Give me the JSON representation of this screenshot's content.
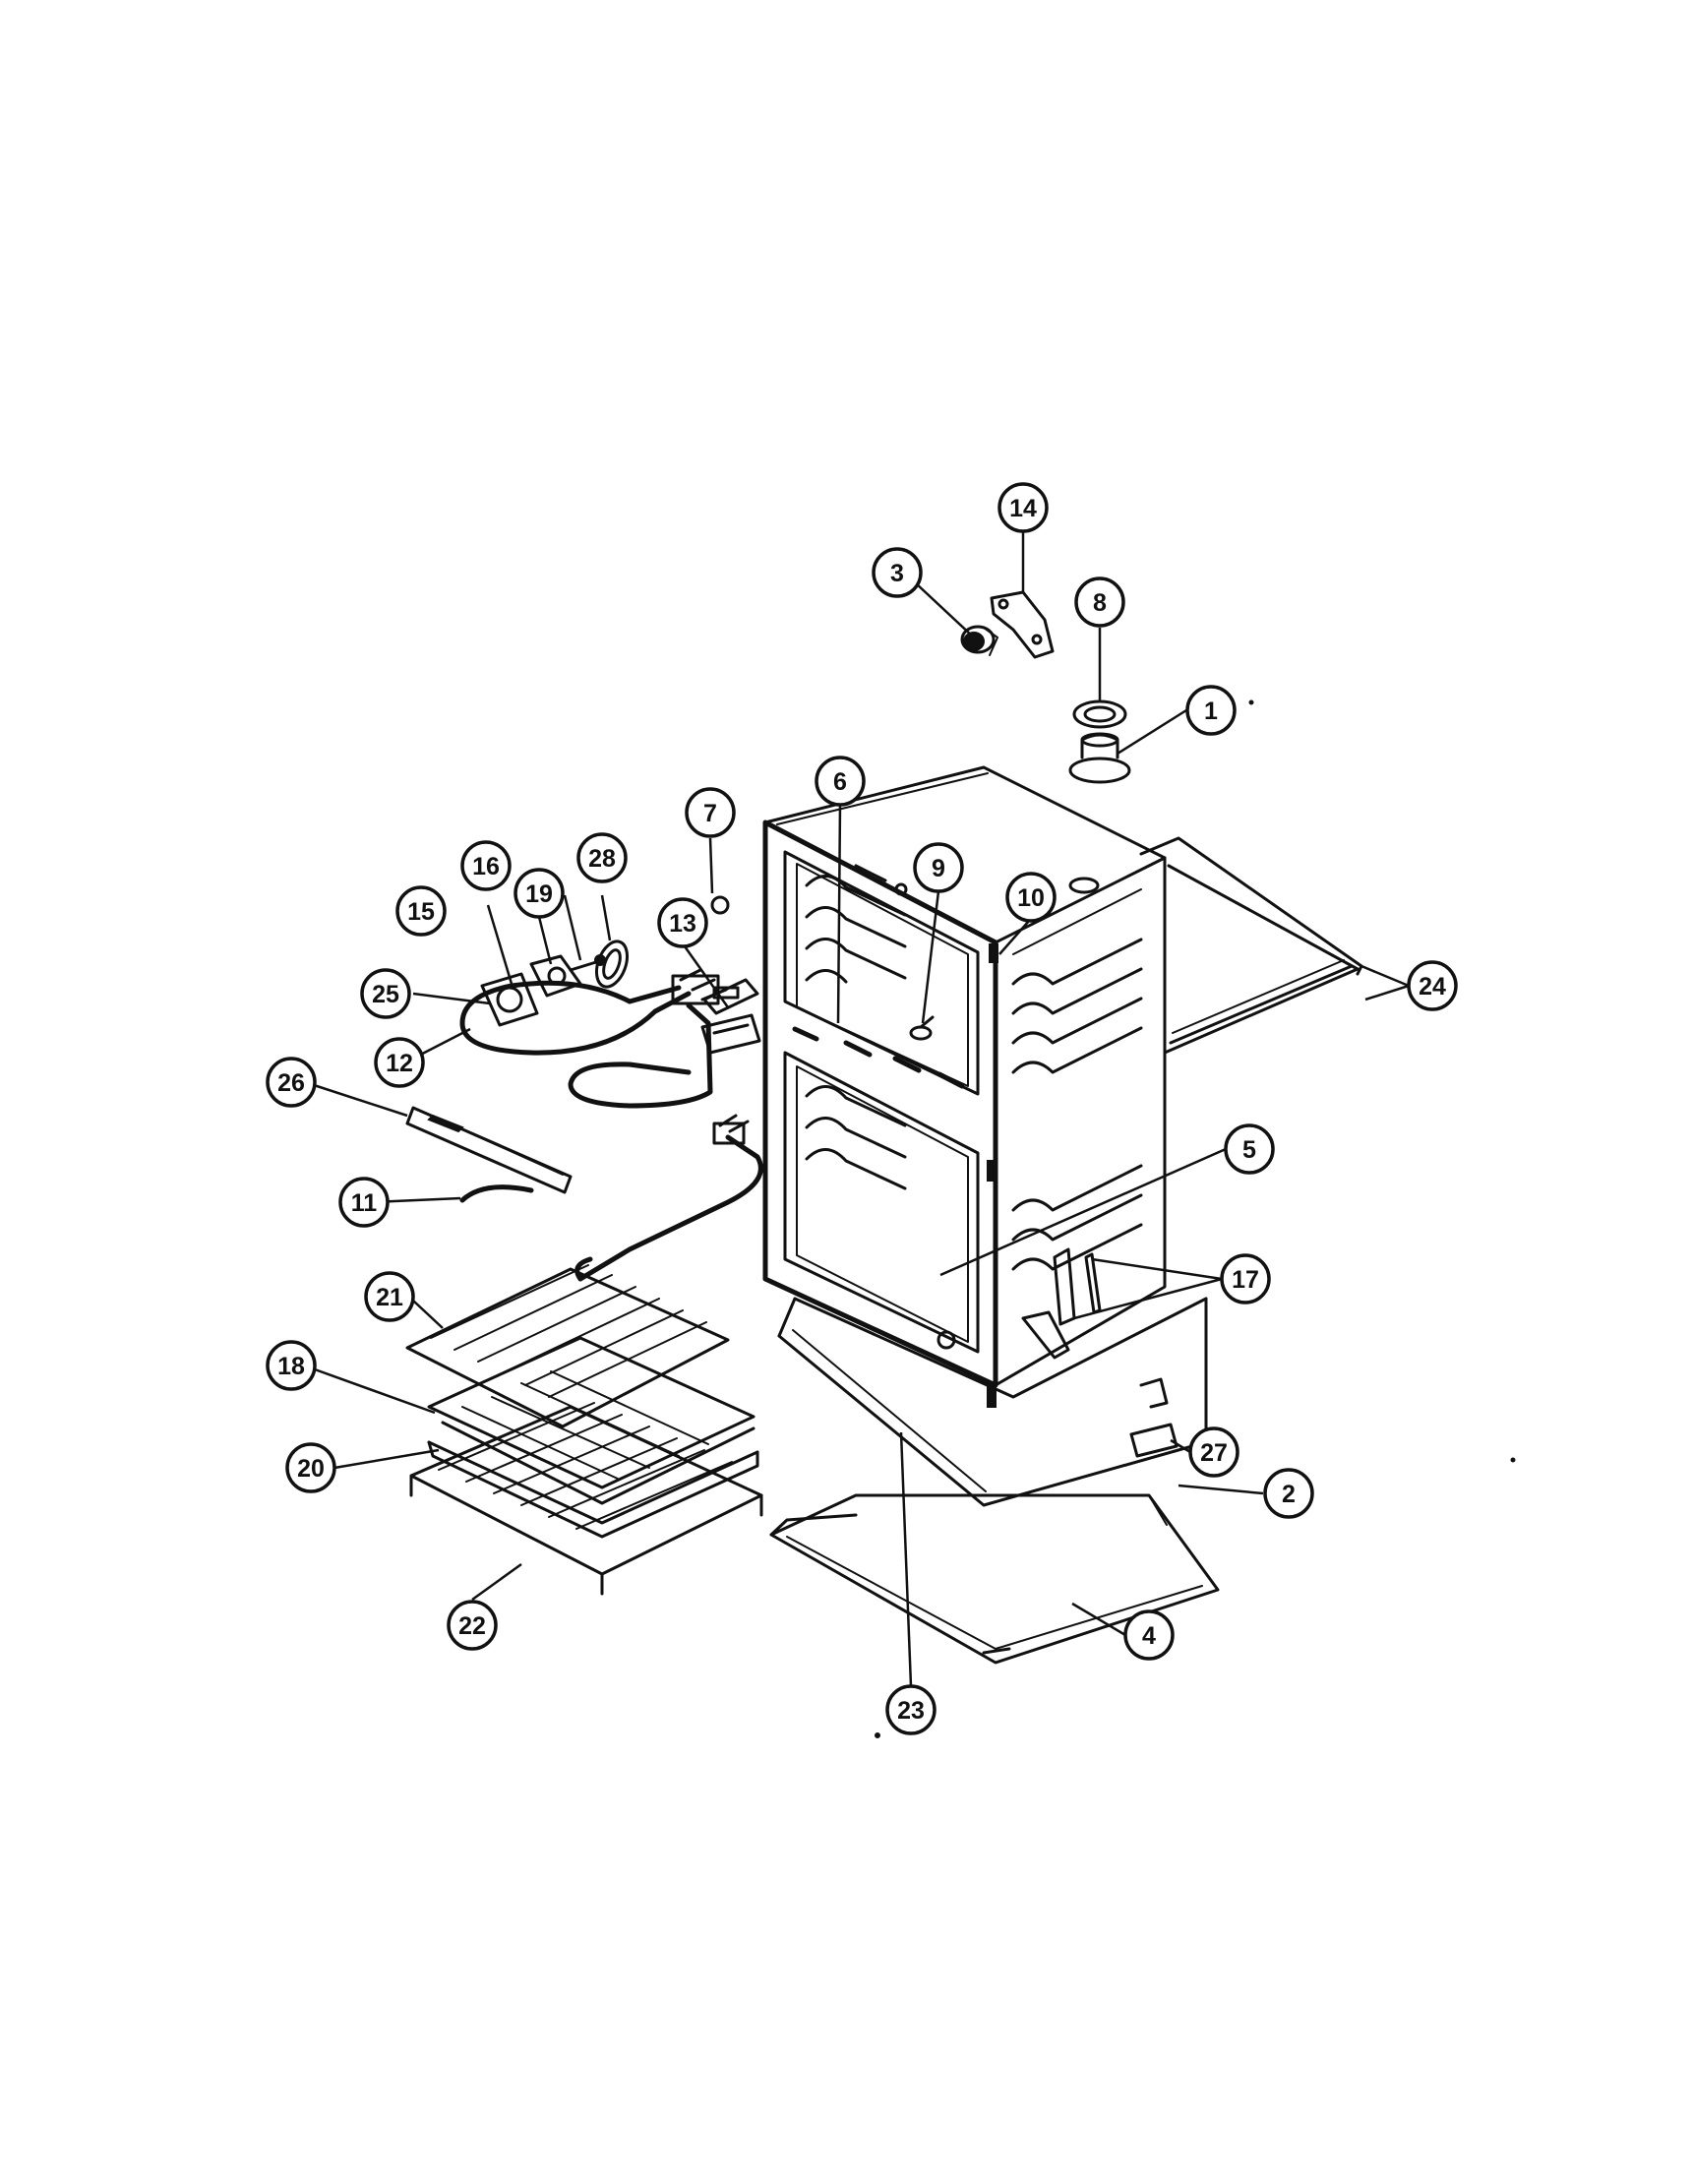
{
  "diagram": {
    "type": "exploded-parts-view",
    "colors": {
      "line": "#111111",
      "background": "#ffffff"
    },
    "callouts": [
      {
        "id": "c1",
        "label": "1"
      },
      {
        "id": "c2",
        "label": "2"
      },
      {
        "id": "c3",
        "label": "3"
      },
      {
        "id": "c4",
        "label": "4"
      },
      {
        "id": "c5",
        "label": "5"
      },
      {
        "id": "c6",
        "label": "6"
      },
      {
        "id": "c7",
        "label": "7"
      },
      {
        "id": "c8",
        "label": "8"
      },
      {
        "id": "c9",
        "label": "9"
      },
      {
        "id": "c10",
        "label": "10"
      },
      {
        "id": "c11",
        "label": "11"
      },
      {
        "id": "c12",
        "label": "12"
      },
      {
        "id": "c13",
        "label": "13"
      },
      {
        "id": "c14",
        "label": "14"
      },
      {
        "id": "c15",
        "label": "15"
      },
      {
        "id": "c16",
        "label": "16"
      },
      {
        "id": "c17",
        "label": "17"
      },
      {
        "id": "c18",
        "label": "18"
      },
      {
        "id": "c19",
        "label": "19"
      },
      {
        "id": "c20",
        "label": "20"
      },
      {
        "id": "c21",
        "label": "21"
      },
      {
        "id": "c22",
        "label": "22"
      },
      {
        "id": "c23",
        "label": "23"
      },
      {
        "id": "c24",
        "label": "24"
      },
      {
        "id": "c25",
        "label": "25"
      },
      {
        "id": "c26",
        "label": "26"
      },
      {
        "id": "c27",
        "label": "27"
      },
      {
        "id": "c28",
        "label": "28"
      }
    ]
  }
}
